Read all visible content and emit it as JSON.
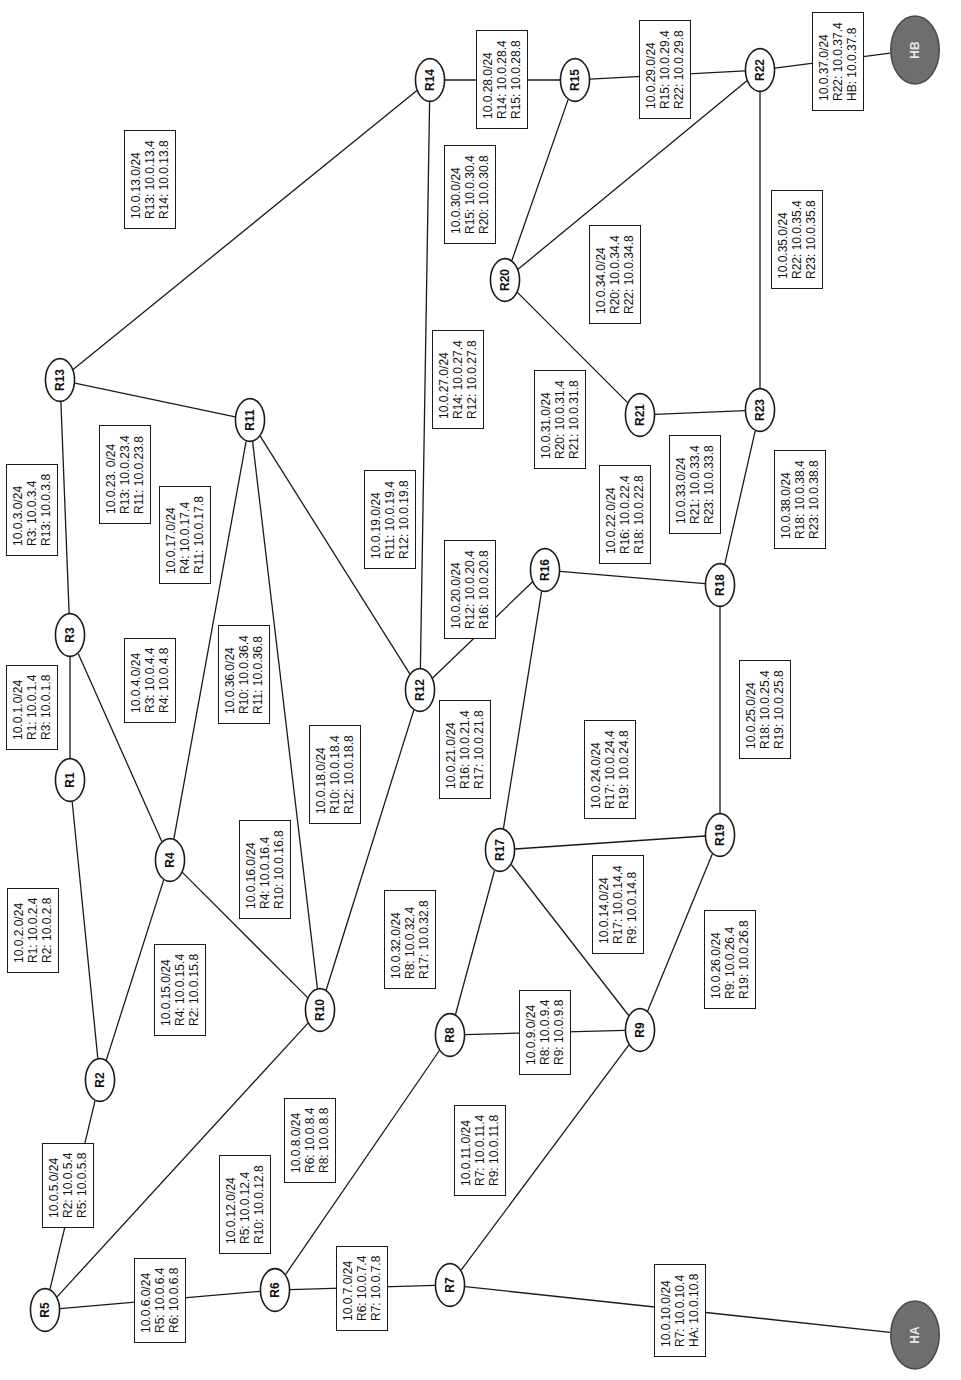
{
  "diagram": {
    "nodes": [
      {
        "text": [
          "R1"
        ]
      },
      {
        "text": [
          "R2"
        ]
      },
      {
        "text": [
          "R3"
        ]
      },
      {
        "text": [
          "R4"
        ]
      },
      {
        "text": [
          "R5"
        ]
      },
      {
        "text": [
          "R6"
        ]
      },
      {
        "text": [
          "R7"
        ]
      },
      {
        "text": [
          "R8"
        ]
      },
      {
        "text": [
          "R9"
        ]
      },
      {
        "text": [
          "R10"
        ]
      },
      {
        "text": [
          "R11"
        ]
      },
      {
        "text": [
          "R12"
        ]
      },
      {
        "text": [
          "R13"
        ]
      },
      {
        "text": [
          "R14"
        ]
      },
      {
        "text": [
          "R15"
        ]
      },
      {
        "text": [
          "R16"
        ]
      },
      {
        "text": [
          "R17"
        ]
      },
      {
        "text": [
          "R18"
        ]
      },
      {
        "text": [
          "R19"
        ]
      },
      {
        "text": [
          "R20"
        ]
      },
      {
        "text": [
          "R21"
        ]
      },
      {
        "text": [
          "R22"
        ]
      },
      {
        "text": [
          "R23"
        ]
      },
      {
        "text": [
          "HA"
        ]
      },
      {
        "text": [
          "HB"
        ]
      },
      {
        "text": [
          "10.0.1.0/24",
          "R1: 10.0.1.4",
          "R3: 10.0.1.8"
        ]
      },
      {
        "text": [
          "10.0.2.0/24",
          "R1: 10.0.2.4",
          "R2: 10.0.2.8"
        ]
      },
      {
        "text": [
          "10.0.3.0/24",
          "R3: 10.0.3.4",
          "R13: 10.0.3.8"
        ]
      },
      {
        "text": [
          "10.0.4.0/24",
          "R3: 10.0.4.4",
          "R4: 10.0.4.8"
        ]
      },
      {
        "text": [
          "10.0.5.0/24",
          "R2: 10.0.5.4",
          "R5: 10.0.5.8"
        ]
      },
      {
        "text": [
          "10.0.6.0/24",
          "R5: 10.0.6.4",
          "R6: 10.0.6.8"
        ]
      },
      {
        "text": [
          "10.0.7.0/24",
          "R6: 10.0.7.4",
          "R7: 10.0.7.8"
        ]
      },
      {
        "text": [
          "10.0.8.0/24",
          "R6: 10.0.8.4",
          "R8: 10.0.8.8"
        ]
      },
      {
        "text": [
          "10.0.9.0/24",
          "R8: 10.0.9.4",
          "R9: 10.0.9.8"
        ]
      },
      {
        "text": [
          "10.0.10.0/24",
          "R7: 10.0.10.4",
          "HA: 10.0.10.8"
        ]
      },
      {
        "text": [
          "10.0.11.0/24",
          "R7: 10.0.11.4",
          "R9: 10.0.11.8"
        ]
      },
      {
        "text": [
          "10.0.12.0/24",
          "R5: 10.0.12.4",
          "R10: 10.0.12.8"
        ]
      },
      {
        "text": [
          "10.0.13.0/24",
          "R13: 10.0.13.4",
          "R14: 10.0.13.8"
        ]
      },
      {
        "text": [
          "10.0.14.0/24",
          "R17: 10.0.14.4",
          "R9: 10.0.14.8"
        ]
      },
      {
        "text": [
          "10.0.15.0/24",
          "R4: 10.0.15.4",
          "R2: 10.0.15.8"
        ]
      },
      {
        "text": [
          "10.0.16.0/24",
          "R4: 10.0.16.4",
          "R10: 10.0.16.8"
        ]
      },
      {
        "text": [
          "10.0.17.0/24",
          "R4: 10.0.17.4",
          "R11: 10.0.17.8"
        ]
      },
      {
        "text": [
          "10.0.18.0/24",
          "R10: 10.0.18.4",
          "R12: 10.0.18.8"
        ]
      },
      {
        "text": [
          "10.0.19.0/24",
          "R11: 10.0.19.4",
          "R12: 10.0.19.8"
        ]
      },
      {
        "text": [
          "10.0.20.0/24",
          "R12: 10.0.20.4",
          "R16: 10.0.20.8"
        ]
      },
      {
        "text": [
          "10.0.21.0/24",
          "R16: 10.0.21.4",
          "R17: 10.0.21.8"
        ]
      },
      {
        "text": [
          "10.0.22.0/24",
          "R16: 10.0.22.4",
          "R18: 10.0.22.8"
        ]
      },
      {
        "text": [
          "10.0.23. 0/24",
          "R13: 10.0.23.4",
          "R11: 10.0.23.8"
        ]
      },
      {
        "text": [
          "10.0.24.0/24",
          "R17: 10.0.24.4",
          "R19: 10.0.24.8"
        ]
      },
      {
        "text": [
          "10.0.25.0/24",
          "R18: 10.0.25.4",
          "R19: 10.0.25.8"
        ]
      },
      {
        "text": [
          "10.0.26.0/24",
          "R9: 10.0.26.4",
          "R19: 10.0.26.8"
        ]
      },
      {
        "text": [
          "10.0.27.0/24",
          "R14: 10.0.27.4",
          "R12: 10.0.27.8"
        ]
      },
      {
        "text": [
          "10.0.28.0/24",
          "R14: 10.0.28.4",
          "R15: 10.0.28.8"
        ]
      },
      {
        "text": [
          "10.0.29.0/24",
          "R15: 10.0.29.4",
          "R22: 10.0.29.8"
        ]
      },
      {
        "text": [
          "10.0.30.0/24",
          "R15: 10.0.30.4",
          "R20: 10.0.30.8"
        ]
      },
      {
        "text": [
          "10.0.31.0/24",
          "R20: 10.0.31.4",
          "R21: 10.0.31.8"
        ]
      },
      {
        "text": [
          "10.0.32.0/24",
          "R8: 10.0.32.4",
          "R17: 10.0.32.8"
        ]
      },
      {
        "text": [
          "10.0.33.0/24",
          "R21: 10.0.33.4",
          "R23: 10.0.33.8"
        ]
      },
      {
        "text": [
          "10.0.34.0/24",
          "R20: 10.0.34.4",
          "R22: 10.0.34.8"
        ]
      },
      {
        "text": [
          "10.0.35.0/24",
          "R22: 10.0.35.4",
          "R23: 10.0.35.8"
        ]
      },
      {
        "text": [
          "10.0.36.0/24",
          "R10: 10.0.36.4",
          "R11: 10.0.36.8"
        ]
      },
      {
        "text": [
          "10.0.37.0/24",
          "R22: 10.0.37.4",
          "HB: 10.0.37.8"
        ]
      },
      {
        "text": [
          "10.0.38.0/24",
          "R18: 10.0.38.4",
          "R23: 10.0.38.8"
        ]
      }
    ],
    "edges": [
      {
        "from": 4,
        "to": 1,
        "arrow": "none"
      },
      {
        "from": 4,
        "to": 9,
        "arrow": "none"
      },
      {
        "from": 4,
        "to": 5,
        "arrow": "none"
      },
      {
        "from": 1,
        "to": 0,
        "arrow": "none"
      },
      {
        "from": 1,
        "to": 3,
        "arrow": "none"
      },
      {
        "from": 0,
        "to": 2,
        "arrow": "none"
      },
      {
        "from": 2,
        "to": 12,
        "arrow": "none"
      },
      {
        "from": 2,
        "to": 3,
        "arrow": "none"
      },
      {
        "from": 12,
        "to": 10,
        "arrow": "none"
      },
      {
        "from": 12,
        "to": 13,
        "arrow": "none"
      },
      {
        "from": 3,
        "to": 10,
        "arrow": "none"
      },
      {
        "from": 3,
        "to": 9,
        "arrow": "none"
      },
      {
        "from": 9,
        "to": 10,
        "arrow": "none"
      },
      {
        "from": 9,
        "to": 11,
        "arrow": "none"
      },
      {
        "from": 10,
        "to": 11,
        "arrow": "none"
      },
      {
        "from": 11,
        "to": 13,
        "arrow": "none"
      },
      {
        "from": 11,
        "to": 15,
        "arrow": "none"
      },
      {
        "from": 13,
        "to": 14,
        "arrow": "none"
      },
      {
        "from": 14,
        "to": 21,
        "arrow": "none"
      },
      {
        "from": 14,
        "to": 19,
        "arrow": "none"
      },
      {
        "from": 19,
        "to": 21,
        "arrow": "none"
      },
      {
        "from": 19,
        "to": 20,
        "arrow": "none"
      },
      {
        "from": 21,
        "to": 22,
        "arrow": "none"
      },
      {
        "from": 21,
        "to": 24,
        "arrow": "none"
      },
      {
        "from": 20,
        "to": 22,
        "arrow": "none"
      },
      {
        "from": 22,
        "to": 17,
        "arrow": "none"
      },
      {
        "from": 15,
        "to": 17,
        "arrow": "none"
      },
      {
        "from": 15,
        "to": 16,
        "arrow": "none"
      },
      {
        "from": 16,
        "to": 7,
        "arrow": "none"
      },
      {
        "from": 16,
        "to": 8,
        "arrow": "none"
      },
      {
        "from": 16,
        "to": 18,
        "arrow": "none"
      },
      {
        "from": 17,
        "to": 18,
        "arrow": "none"
      },
      {
        "from": 18,
        "to": 8,
        "arrow": "none"
      },
      {
        "from": 8,
        "to": 7,
        "arrow": "none"
      },
      {
        "from": 8,
        "to": 6,
        "arrow": "none"
      },
      {
        "from": 5,
        "to": 7,
        "arrow": "none"
      },
      {
        "from": 5,
        "to": 6,
        "arrow": "none"
      },
      {
        "from": 6,
        "to": 23,
        "arrow": "none"
      }
    ]
  }
}
